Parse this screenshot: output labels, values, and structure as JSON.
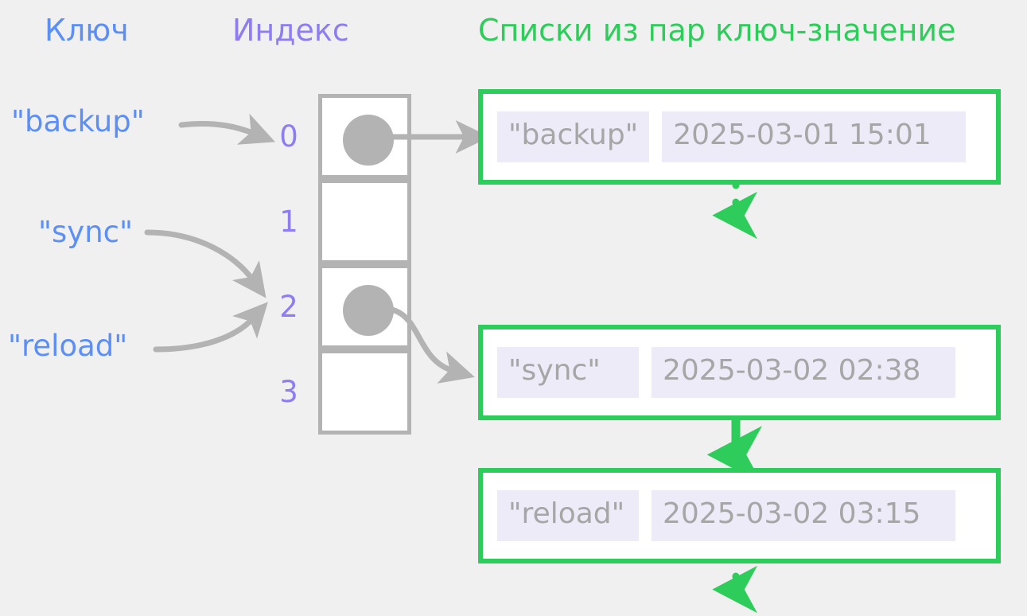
{
  "diagram": {
    "title_key": "Ключ",
    "title_index": "Индекс",
    "title_lists": "Списки из пар ключ-значение",
    "colors": {
      "key": "#5c8ff5",
      "index": "#8d7cf2",
      "list": "#2ecc5a",
      "arrow": "#b3b3b3",
      "cell_bg": "#edebf8",
      "cell_text": "#a6a6a6",
      "background": "#f0f0f0"
    }
  },
  "keys": [
    {
      "label": "\"backup\"",
      "target_index": "0"
    },
    {
      "label": "\"sync\"",
      "target_index": "2"
    },
    {
      "label": "\"reload\"",
      "target_index": "2"
    }
  ],
  "buckets": [
    {
      "index": "0",
      "occupied": true
    },
    {
      "index": "1",
      "occupied": false
    },
    {
      "index": "2",
      "occupied": true
    },
    {
      "index": "3",
      "occupied": false
    }
  ],
  "chains": [
    {
      "bucket": "0",
      "nodes": [
        {
          "key": "\"backup\"",
          "value": "2025-03-01 15:01"
        }
      ],
      "continues": true
    },
    {
      "bucket": "2",
      "nodes": [
        {
          "key": "\"sync\"",
          "value": "2025-03-02 02:38"
        },
        {
          "key": "\"reload\"",
          "value": "2025-03-02 03:15"
        }
      ],
      "continues": true
    }
  ]
}
